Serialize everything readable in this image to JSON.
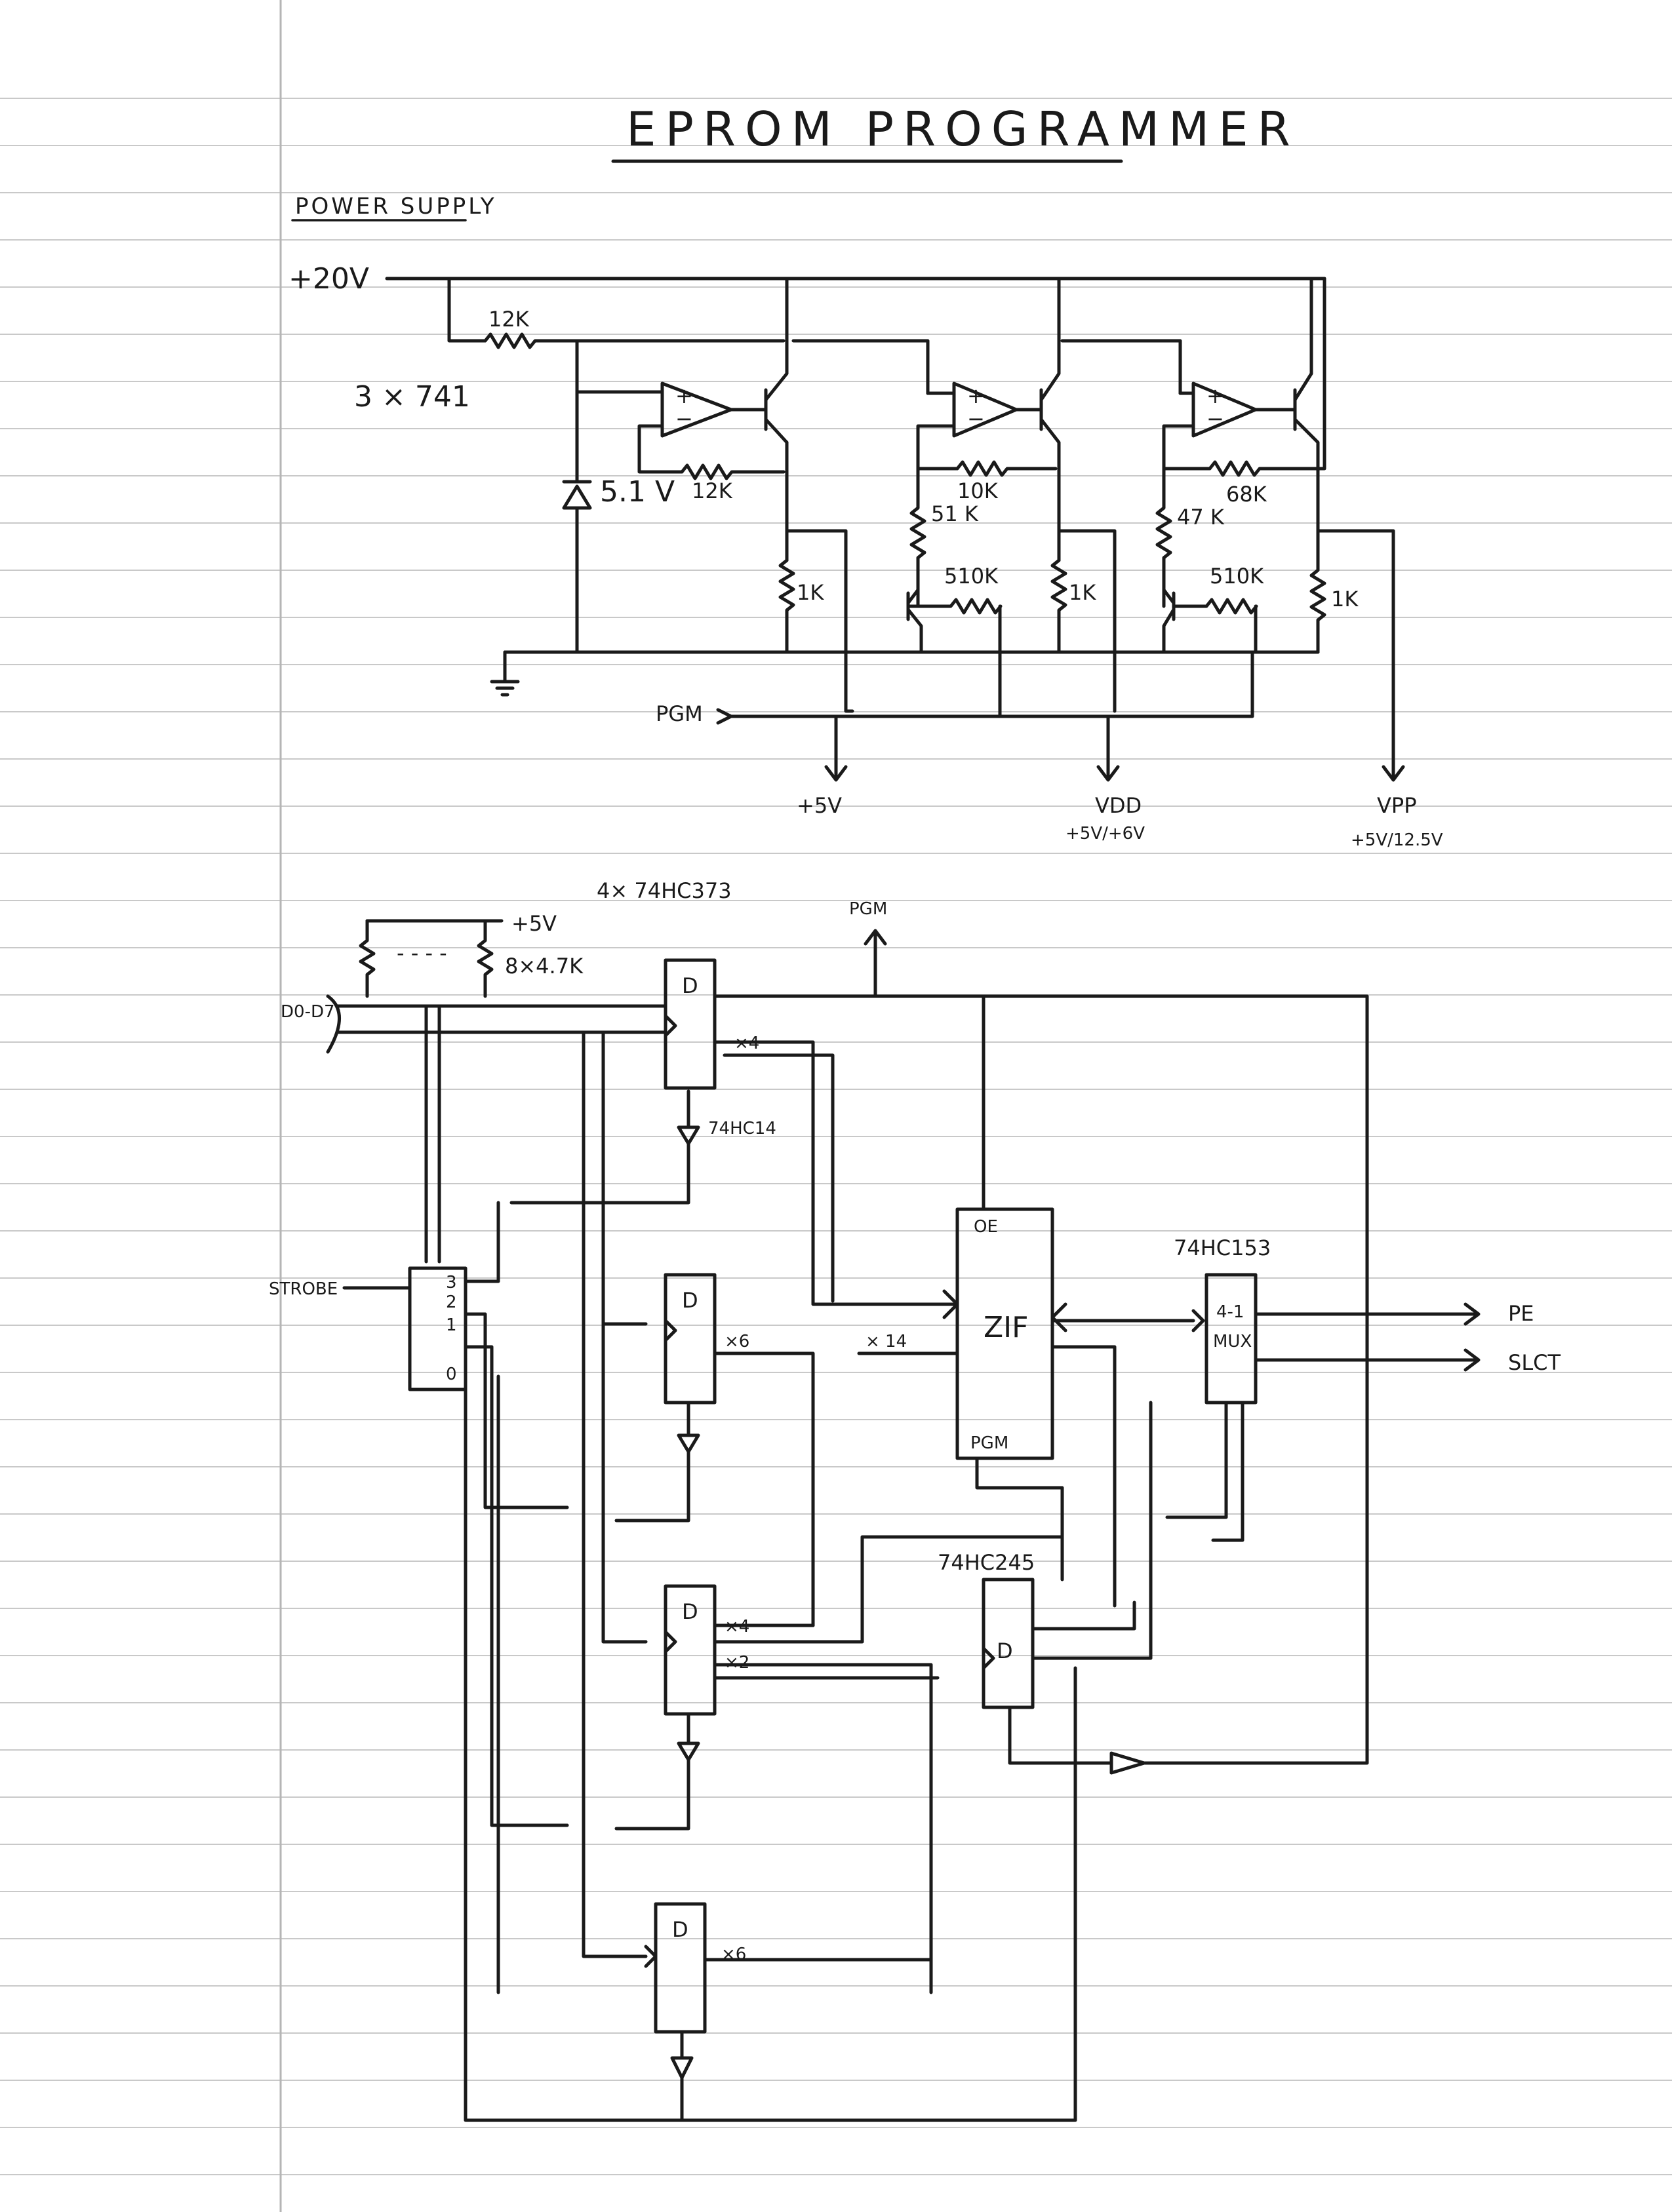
{
  "title": "EPROM PROGRAMMER",
  "section": "POWER SUPPLY",
  "power": {
    "rail": "+20V",
    "r_top": "12K",
    "opamp_count": "3 × 741",
    "zener": "5.1 V",
    "r_fb1": "12K",
    "r_fb2": "10K",
    "r_fb3": "68K",
    "r_load": "1K",
    "r_div2": "51 K",
    "r_div3": "47 K",
    "r_base": "510K",
    "pgm": "PGM",
    "out1": "+5V",
    "out2": "VDD",
    "out2_val": "+5V/+6V",
    "out3": "VPP",
    "out3_val": "+5V/12.5V"
  },
  "logic": {
    "latch_label": "4× 74HC373",
    "pullup_label": "8×4.7K",
    "pullup_rail": "+5V",
    "pullup_dots": "- - - -",
    "data_bus": "D0-D7",
    "pgm_out": "PGM",
    "buffer_label": "74HC14",
    "latch_d": "D",
    "bus_x4": "×4",
    "bus_x6": "×6",
    "bus_x14": "× 14",
    "bus_x2": "×2",
    "strobe": "STROBE",
    "decoder_pins": [
      "3",
      "2",
      "1",
      "0"
    ],
    "zif": "ZIF",
    "zif_oe": "OE",
    "zif_pgm": "PGM",
    "mux_label": "74HC153",
    "mux_text1": "4-1",
    "mux_text2": "MUX",
    "xcvr_label": "74HC245",
    "xcvr_d": "D",
    "out_pe": "PE",
    "out_slct": "SLCT"
  }
}
